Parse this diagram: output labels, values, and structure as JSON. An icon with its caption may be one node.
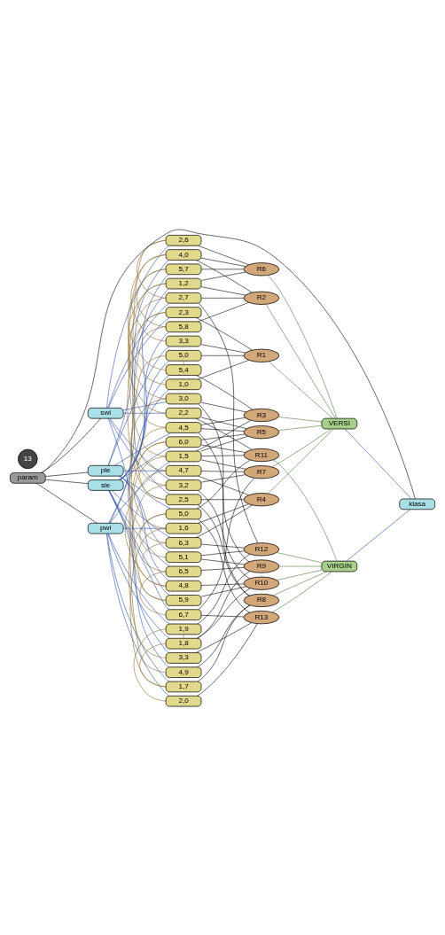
{
  "diagram": {
    "nodes": [
      {
        "text": [
          "sle"
        ]
      },
      {
        "text": [
          "4,9"
        ]
      },
      {
        "text": [
          "5,0"
        ]
      },
      {
        "text": [
          "5,4"
        ]
      },
      {
        "text": [
          "5,7"
        ]
      },
      {
        "text": [
          "5,8"
        ]
      },
      {
        "text": [
          "5,9"
        ]
      },
      {
        "text": [
          "6,0"
        ]
      },
      {
        "text": [
          "6,3"
        ]
      },
      {
        "text": [
          "6,5"
        ]
      },
      {
        "text": [
          "6,7"
        ]
      },
      {
        "text": [
          "swi"
        ]
      },
      {
        "text": [
          "2,2"
        ]
      },
      {
        "text": [
          "2,3"
        ]
      },
      {
        "text": [
          "2,5"
        ]
      },
      {
        "text": [
          "2,6"
        ]
      },
      {
        "text": [
          "2,7"
        ]
      },
      {
        "text": [
          "3,0"
        ]
      },
      {
        "text": [
          "3,2"
        ]
      },
      {
        "text": [
          "3,3"
        ]
      },
      {
        "text": [
          "param"
        ]
      },
      {
        "text": [
          "ple"
        ]
      },
      {
        "text": [
          "3,3"
        ]
      },
      {
        "text": [
          "4,0"
        ]
      },
      {
        "text": [
          "4,5"
        ]
      },
      {
        "text": [
          "4,7"
        ]
      },
      {
        "text": [
          "4,8"
        ]
      },
      {
        "text": [
          "5,0"
        ]
      },
      {
        "text": [
          "5,1"
        ]
      },
      {
        "text": [
          "pwi"
        ]
      },
      {
        "text": [
          "1,0"
        ]
      },
      {
        "text": [
          "1,2"
        ]
      },
      {
        "text": [
          "1,5"
        ]
      },
      {
        "text": [
          "1,6"
        ]
      },
      {
        "text": [
          "1,7"
        ]
      },
      {
        "text": [
          "1,8"
        ]
      },
      {
        "text": [
          "1,9"
        ]
      },
      {
        "text": [
          "2,0"
        ]
      },
      {
        "text": [
          "R1"
        ]
      },
      {
        "text": [
          "R2"
        ]
      },
      {
        "text": [
          "R3"
        ]
      },
      {
        "text": [
          "R4"
        ]
      },
      {
        "text": [
          "R5"
        ]
      },
      {
        "text": [
          "R6"
        ]
      },
      {
        "text": [
          "R7"
        ]
      },
      {
        "text": [
          "R8"
        ]
      },
      {
        "text": [
          "R9"
        ]
      },
      {
        "text": [
          "R10"
        ]
      },
      {
        "text": [
          "R11"
        ]
      },
      {
        "text": [
          "R12"
        ]
      },
      {
        "text": [
          "R13"
        ]
      },
      {
        "text": [
          "VERSI"
        ]
      },
      {
        "text": [
          "klasa"
        ]
      },
      {
        "text": [
          "VIRGIN"
        ]
      },
      {
        "text": [
          "13"
        ]
      }
    ],
    "edges": [
      {
        "from": 20,
        "to": 0,
        "arrow": "none"
      },
      {
        "from": 20,
        "to": 11,
        "arrow": "none"
      },
      {
        "from": 20,
        "to": 21,
        "arrow": "none"
      },
      {
        "from": 20,
        "to": 29,
        "arrow": "none"
      },
      {
        "from": 20,
        "to": 52,
        "arrow": "none"
      },
      {
        "from": 0,
        "to": 1,
        "arrow": "none",
        "color": "#2a4fa8"
      },
      {
        "from": 0,
        "to": 2,
        "arrow": "none",
        "color": "#2a4fa8"
      },
      {
        "from": 0,
        "to": 3,
        "arrow": "none",
        "color": "#2a4fa8"
      },
      {
        "from": 0,
        "to": 4,
        "arrow": "none",
        "color": "#2a4fa8"
      },
      {
        "from": 0,
        "to": 5,
        "arrow": "none",
        "color": "#2a4fa8"
      },
      {
        "from": 0,
        "to": 6,
        "arrow": "none",
        "color": "#2a4fa8"
      },
      {
        "from": 0,
        "to": 7,
        "arrow": "none",
        "color": "#2a4fa8"
      },
      {
        "from": 0,
        "to": 8,
        "arrow": "none",
        "color": "#2a4fa8"
      },
      {
        "from": 0,
        "to": 9,
        "arrow": "none",
        "color": "#2a4fa8"
      },
      {
        "from": 0,
        "to": 10,
        "arrow": "none",
        "color": "#2a4fa8"
      },
      {
        "from": 11,
        "to": 12,
        "arrow": "none",
        "color": "#2a4fa8"
      },
      {
        "from": 11,
        "to": 13,
        "arrow": "none",
        "color": "#2a4fa8"
      },
      {
        "from": 11,
        "to": 14,
        "arrow": "none",
        "color": "#2a4fa8"
      },
      {
        "from": 11,
        "to": 15,
        "arrow": "none",
        "color": "#2a4fa8"
      },
      {
        "from": 11,
        "to": 16,
        "arrow": "none",
        "color": "#2a4fa8"
      },
      {
        "from": 11,
        "to": 17,
        "arrow": "none",
        "color": "#2a4fa8"
      },
      {
        "from": 11,
        "to": 18,
        "arrow": "none",
        "color": "#2a4fa8"
      },
      {
        "from": 11,
        "to": 19,
        "arrow": "none",
        "color": "#2a4fa8"
      },
      {
        "from": 21,
        "to": 22,
        "arrow": "none",
        "color": "#2a4fa8"
      },
      {
        "from": 21,
        "to": 23,
        "arrow": "none",
        "color": "#2a4fa8"
      },
      {
        "from": 21,
        "to": 24,
        "arrow": "none",
        "color": "#2a4fa8"
      },
      {
        "from": 21,
        "to": 25,
        "arrow": "none",
        "color": "#2a4fa8"
      },
      {
        "from": 21,
        "to": 26,
        "arrow": "none",
        "color": "#2a4fa8"
      },
      {
        "from": 21,
        "to": 27,
        "arrow": "none",
        "color": "#2a4fa8"
      },
      {
        "from": 21,
        "to": 28,
        "arrow": "none",
        "color": "#2a4fa8"
      },
      {
        "from": 29,
        "to": 30,
        "arrow": "none",
        "color": "#2a4fa8"
      },
      {
        "from": 29,
        "to": 31,
        "arrow": "none",
        "color": "#2a4fa8"
      },
      {
        "from": 29,
        "to": 32,
        "arrow": "none",
        "color": "#2a4fa8"
      },
      {
        "from": 29,
        "to": 33,
        "arrow": "none",
        "color": "#2a4fa8"
      },
      {
        "from": 29,
        "to": 34,
        "arrow": "none",
        "color": "#2a4fa8"
      },
      {
        "from": 29,
        "to": 35,
        "arrow": "none",
        "color": "#2a4fa8"
      },
      {
        "from": 29,
        "to": 36,
        "arrow": "none",
        "color": "#2a4fa8"
      },
      {
        "from": 29,
        "to": 37,
        "arrow": "none",
        "color": "#2a4fa8"
      },
      {
        "from": 1,
        "to": 2,
        "arrow": "none",
        "color": "#8a6a30"
      },
      {
        "from": 2,
        "to": 3,
        "arrow": "none",
        "color": "#8a6a30"
      },
      {
        "from": 3,
        "to": 4,
        "arrow": "none",
        "color": "#8a6a30"
      },
      {
        "from": 4,
        "to": 5,
        "arrow": "none",
        "color": "#8a6a30"
      },
      {
        "from": 5,
        "to": 6,
        "arrow": "none",
        "color": "#8a6a30"
      },
      {
        "from": 6,
        "to": 7,
        "arrow": "none",
        "color": "#8a6a30"
      },
      {
        "from": 7,
        "to": 8,
        "arrow": "none",
        "color": "#8a6a30"
      },
      {
        "from": 8,
        "to": 9,
        "arrow": "none",
        "color": "#8a6a30"
      },
      {
        "from": 9,
        "to": 10,
        "arrow": "none",
        "color": "#8a6a30"
      },
      {
        "from": 12,
        "to": 13,
        "arrow": "none",
        "color": "#8a6a30"
      },
      {
        "from": 13,
        "to": 14,
        "arrow": "none",
        "color": "#8a6a30"
      },
      {
        "from": 14,
        "to": 15,
        "arrow": "none",
        "color": "#8a6a30"
      },
      {
        "from": 15,
        "to": 16,
        "arrow": "none",
        "color": "#8a6a30"
      },
      {
        "from": 16,
        "to": 17,
        "arrow": "none",
        "color": "#8a6a30"
      },
      {
        "from": 17,
        "to": 18,
        "arrow": "none",
        "color": "#8a6a30"
      },
      {
        "from": 18,
        "to": 19,
        "arrow": "none",
        "color": "#8a6a30"
      },
      {
        "from": 22,
        "to": 23,
        "arrow": "none",
        "color": "#8a6a30"
      },
      {
        "from": 23,
        "to": 24,
        "arrow": "none",
        "color": "#8a6a30"
      },
      {
        "from": 24,
        "to": 25,
        "arrow": "none",
        "color": "#8a6a30"
      },
      {
        "from": 25,
        "to": 26,
        "arrow": "none",
        "color": "#8a6a30"
      },
      {
        "from": 26,
        "to": 27,
        "arrow": "none",
        "color": "#8a6a30"
      },
      {
        "from": 27,
        "to": 28,
        "arrow": "none",
        "color": "#8a6a30"
      },
      {
        "from": 30,
        "to": 31,
        "arrow": "none",
        "color": "#8a6a30"
      },
      {
        "from": 31,
        "to": 32,
        "arrow": "none",
        "color": "#8a6a30"
      },
      {
        "from": 32,
        "to": 33,
        "arrow": "none",
        "color": "#8a6a30"
      },
      {
        "from": 33,
        "to": 34,
        "arrow": "none",
        "color": "#8a6a30"
      },
      {
        "from": 34,
        "to": 35,
        "arrow": "none",
        "color": "#8a6a30"
      },
      {
        "from": 35,
        "to": 36,
        "arrow": "none",
        "color": "#8a6a30"
      },
      {
        "from": 36,
        "to": 37,
        "arrow": "none",
        "color": "#8a6a30"
      },
      {
        "from": 2,
        "to": 38,
        "arrow": "none"
      },
      {
        "from": 13,
        "to": 38,
        "arrow": "none"
      },
      {
        "from": 22,
        "to": 38,
        "arrow": "none"
      },
      {
        "from": 30,
        "to": 38,
        "arrow": "none"
      },
      {
        "from": 5,
        "to": 39,
        "arrow": "none"
      },
      {
        "from": 16,
        "to": 39,
        "arrow": "none"
      },
      {
        "from": 23,
        "to": 39,
        "arrow": "none"
      },
      {
        "from": 31,
        "to": 39,
        "arrow": "none"
      },
      {
        "from": 3,
        "to": 40,
        "arrow": "none"
      },
      {
        "from": 17,
        "to": 40,
        "arrow": "none"
      },
      {
        "from": 24,
        "to": 40,
        "arrow": "none"
      },
      {
        "from": 32,
        "to": 40,
        "arrow": "none"
      },
      {
        "from": 8,
        "to": 41,
        "arrow": "none"
      },
      {
        "from": 14,
        "to": 41,
        "arrow": "none"
      },
      {
        "from": 25,
        "to": 41,
        "arrow": "none"
      },
      {
        "from": 33,
        "to": 41,
        "arrow": "none"
      },
      {
        "from": 7,
        "to": 42,
        "arrow": "none"
      },
      {
        "from": 12,
        "to": 42,
        "arrow": "none"
      },
      {
        "from": 24,
        "to": 42,
        "arrow": "none"
      },
      {
        "from": 32,
        "to": 42,
        "arrow": "none"
      },
      {
        "from": 4,
        "to": 43,
        "arrow": "none"
      },
      {
        "from": 15,
        "to": 43,
        "arrow": "none"
      },
      {
        "from": 23,
        "to": 43,
        "arrow": "none"
      },
      {
        "from": 31,
        "to": 43,
        "arrow": "none"
      },
      {
        "from": 10,
        "to": 44,
        "arrow": "none"
      },
      {
        "from": 18,
        "to": 44,
        "arrow": "none"
      },
      {
        "from": 25,
        "to": 44,
        "arrow": "none"
      },
      {
        "from": 32,
        "to": 44,
        "arrow": "none"
      },
      {
        "from": 1,
        "to": 45,
        "arrow": "none"
      },
      {
        "from": 14,
        "to": 45,
        "arrow": "none"
      },
      {
        "from": 24,
        "to": 45,
        "arrow": "none"
      },
      {
        "from": 34,
        "to": 45,
        "arrow": "none"
      },
      {
        "from": 9,
        "to": 46,
        "arrow": "none"
      },
      {
        "from": 17,
        "to": 46,
        "arrow": "none"
      },
      {
        "from": 28,
        "to": 46,
        "arrow": "none"
      },
      {
        "from": 35,
        "to": 46,
        "arrow": "none"
      },
      {
        "from": 6,
        "to": 47,
        "arrow": "none"
      },
      {
        "from": 18,
        "to": 47,
        "arrow": "none"
      },
      {
        "from": 26,
        "to": 47,
        "arrow": "none"
      },
      {
        "from": 35,
        "to": 47,
        "arrow": "none"
      },
      {
        "from": 7,
        "to": 48,
        "arrow": "none"
      },
      {
        "from": 12,
        "to": 48,
        "arrow": "none"
      },
      {
        "from": 27,
        "to": 48,
        "arrow": "none"
      },
      {
        "from": 32,
        "to": 48,
        "arrow": "none"
      },
      {
        "from": 8,
        "to": 49,
        "arrow": "none"
      },
      {
        "from": 16,
        "to": 49,
        "arrow": "none"
      },
      {
        "from": 28,
        "to": 49,
        "arrow": "none"
      },
      {
        "from": 36,
        "to": 49,
        "arrow": "none"
      },
      {
        "from": 10,
        "to": 50,
        "arrow": "none"
      },
      {
        "from": 19,
        "to": 50,
        "arrow": "none"
      },
      {
        "from": 27,
        "to": 50,
        "arrow": "none"
      },
      {
        "from": 37,
        "to": 50,
        "arrow": "none"
      },
      {
        "from": 38,
        "to": 51,
        "arrow": "none",
        "color": "#4f7a3a"
      },
      {
        "from": 39,
        "to": 51,
        "arrow": "none",
        "color": "#4f7a3a"
      },
      {
        "from": 40,
        "to": 51,
        "arrow": "none",
        "color": "#4f7a3a"
      },
      {
        "from": 41,
        "to": 51,
        "arrow": "none",
        "color": "#4f7a3a"
      },
      {
        "from": 42,
        "to": 51,
        "arrow": "none",
        "color": "#4f7a3a"
      },
      {
        "from": 43,
        "to": 51,
        "arrow": "none",
        "color": "#4f7a3a"
      },
      {
        "from": 44,
        "to": 51,
        "arrow": "none",
        "color": "#4f7a3a"
      },
      {
        "from": 45,
        "to": 53,
        "arrow": "none",
        "color": "#4f7a3a"
      },
      {
        "from": 46,
        "to": 53,
        "arrow": "none",
        "color": "#4f7a3a"
      },
      {
        "from": 47,
        "to": 53,
        "arrow": "none",
        "color": "#4f7a3a"
      },
      {
        "from": 48,
        "to": 53,
        "arrow": "none",
        "color": "#4f7a3a"
      },
      {
        "from": 49,
        "to": 53,
        "arrow": "none",
        "color": "#4f7a3a"
      },
      {
        "from": 50,
        "to": 53,
        "arrow": "none",
        "color": "#4f7a3a"
      },
      {
        "from": 51,
        "to": 52,
        "arrow": "none",
        "color": "#2a4fa8"
      },
      {
        "from": 53,
        "to": 52,
        "arrow": "none",
        "color": "#2a4fa8"
      }
    ]
  }
}
